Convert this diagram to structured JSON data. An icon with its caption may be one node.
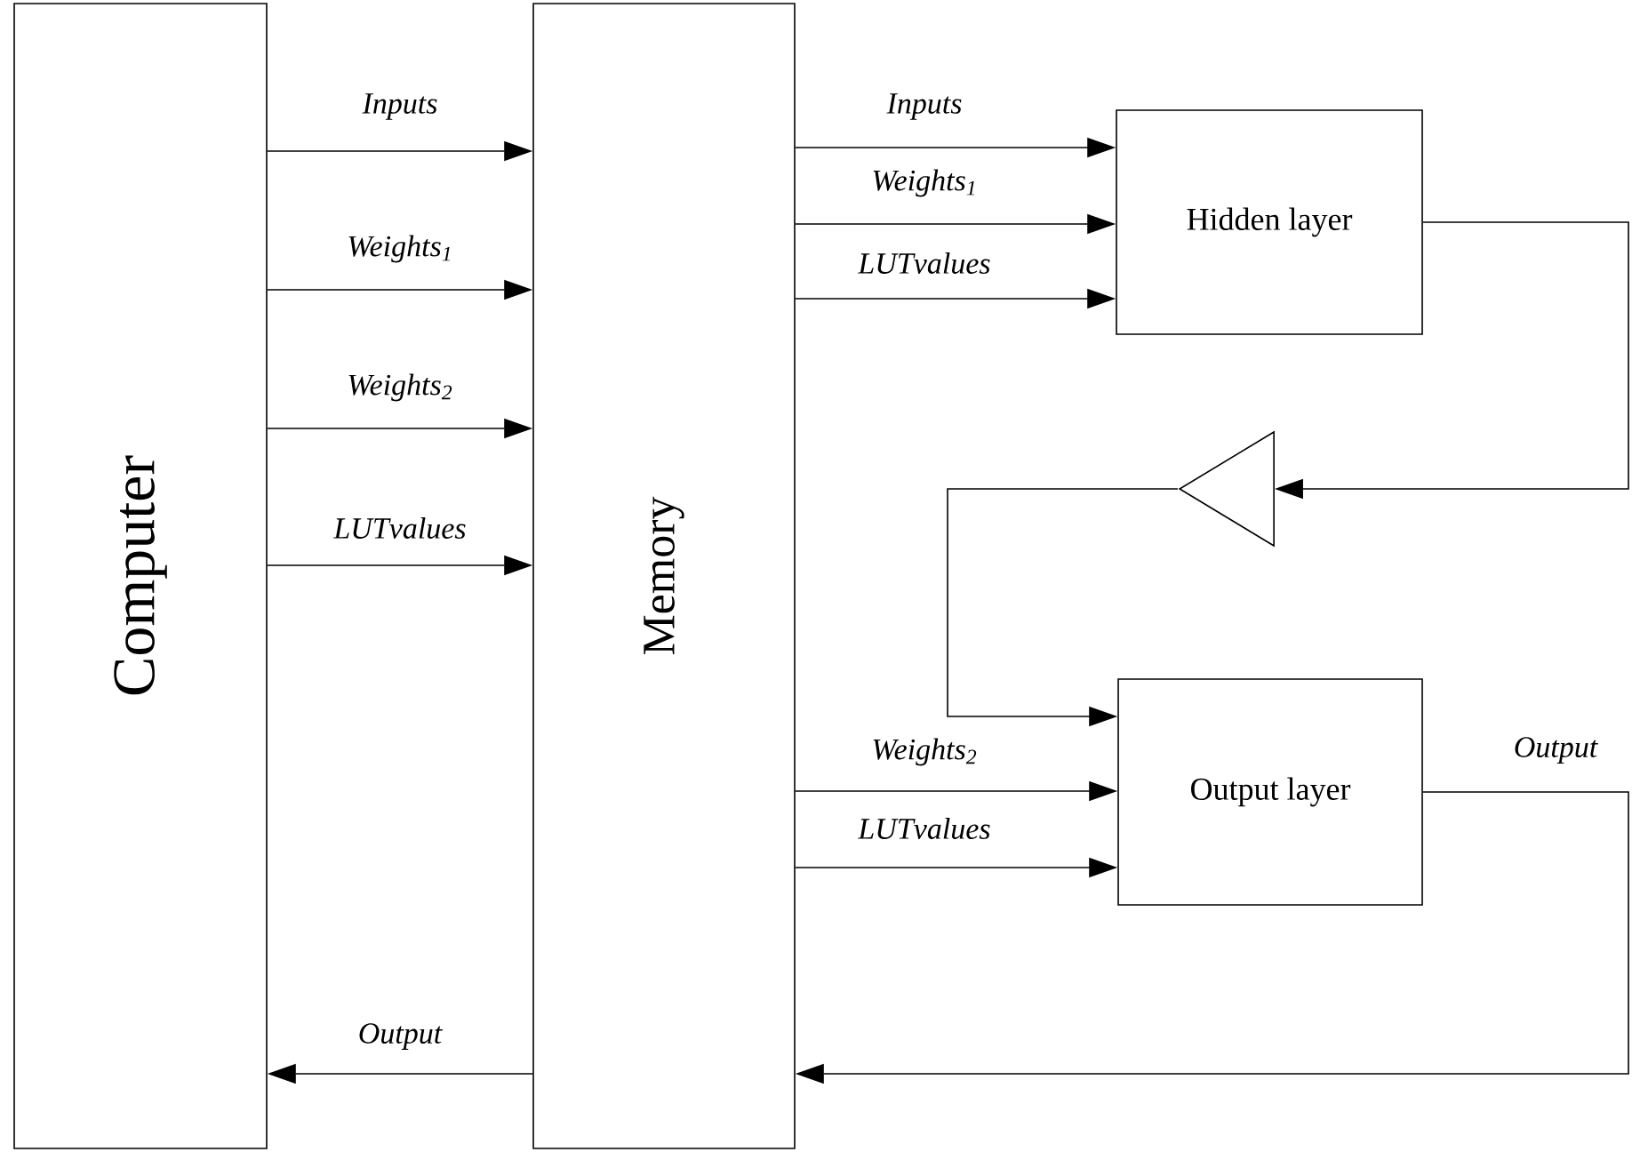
{
  "diagram": {
    "nodes": [
      {
        "text": [
          "Computer"
        ]
      },
      {
        "text": [
          "Memory"
        ]
      },
      {
        "text": [
          "Hidden layer"
        ]
      },
      {
        "text": [
          "Output layer"
        ]
      },
      {
        "text": [],
        "shape": "triangle"
      }
    ],
    "edges": [
      {
        "from": 0,
        "to": 1,
        "arrow": "to",
        "label": "Inputs"
      },
      {
        "from": 0,
        "to": 1,
        "arrow": "to",
        "label": "Weights$_{1}$"
      },
      {
        "from": 0,
        "to": 1,
        "arrow": "to",
        "label": "Weights$_{2}$"
      },
      {
        "from": 0,
        "to": 1,
        "arrow": "to",
        "label": "LUTvalues"
      },
      {
        "from": 1,
        "to": 2,
        "arrow": "to",
        "label": "Inputs"
      },
      {
        "from": 1,
        "to": 2,
        "arrow": "to",
        "label": "Weights$_{1}$"
      },
      {
        "from": 1,
        "to": 2,
        "arrow": "to",
        "label": "LUTvalues"
      },
      {
        "from": 1,
        "to": 3,
        "arrow": "to",
        "label": "Weights$_{2}$"
      },
      {
        "from": 1,
        "to": 3,
        "arrow": "to",
        "label": "LUTvalues"
      },
      {
        "from": 2,
        "to": 4,
        "arrow": "to"
      },
      {
        "from": 4,
        "to": 3,
        "arrow": "to"
      },
      {
        "from": 3,
        "to": 1,
        "arrow": "to",
        "label": "Output"
      },
      {
        "from": 1,
        "to": 0,
        "arrow": "to",
        "label": "Output"
      }
    ]
  }
}
